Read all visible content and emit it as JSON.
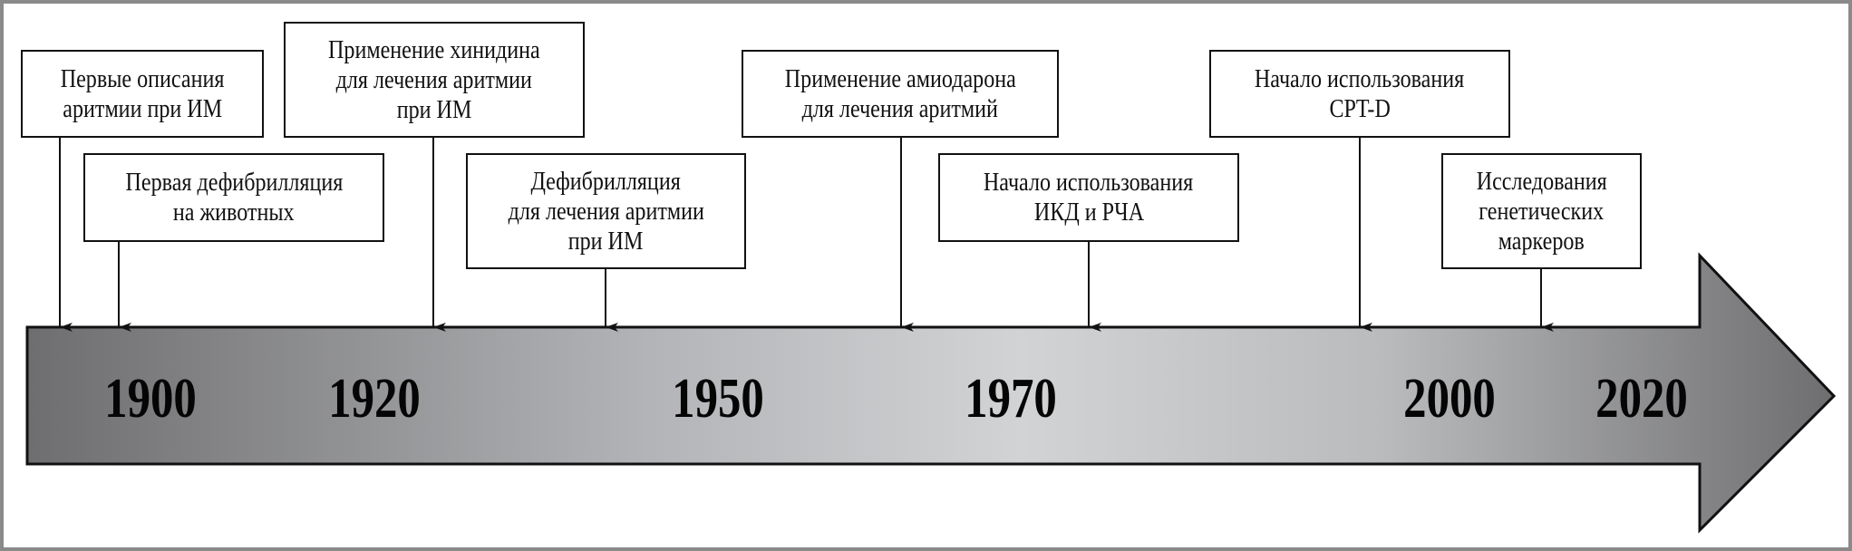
{
  "events": [
    {
      "lines": [
        "Первые описания",
        "аритмии при ИМ"
      ]
    },
    {
      "lines": [
        "Первая дефибрилляция",
        "на животных"
      ]
    },
    {
      "lines": [
        "Применение хинидина",
        "для лечения аритмии",
        "при ИМ"
      ]
    },
    {
      "lines": [
        "Дефибрилляция",
        "для лечения аритмии",
        "при ИМ"
      ]
    },
    {
      "lines": [
        "Применение амиодарона",
        "для лечения аритмий"
      ]
    },
    {
      "lines": [
        "Начало использования",
        "ИКД и РЧА"
      ]
    },
    {
      "lines": [
        "Начало использования",
        "CPT-D"
      ]
    },
    {
      "lines": [
        "Исследования",
        "генетических",
        "маркеров"
      ]
    }
  ],
  "years": [
    "1900",
    "1920",
    "1950",
    "1970",
    "2000",
    "2020"
  ],
  "colors": {
    "arrow_dark": "#6e6e70",
    "arrow_light": "#d2d3d5",
    "frame": "#8a8a8a"
  }
}
